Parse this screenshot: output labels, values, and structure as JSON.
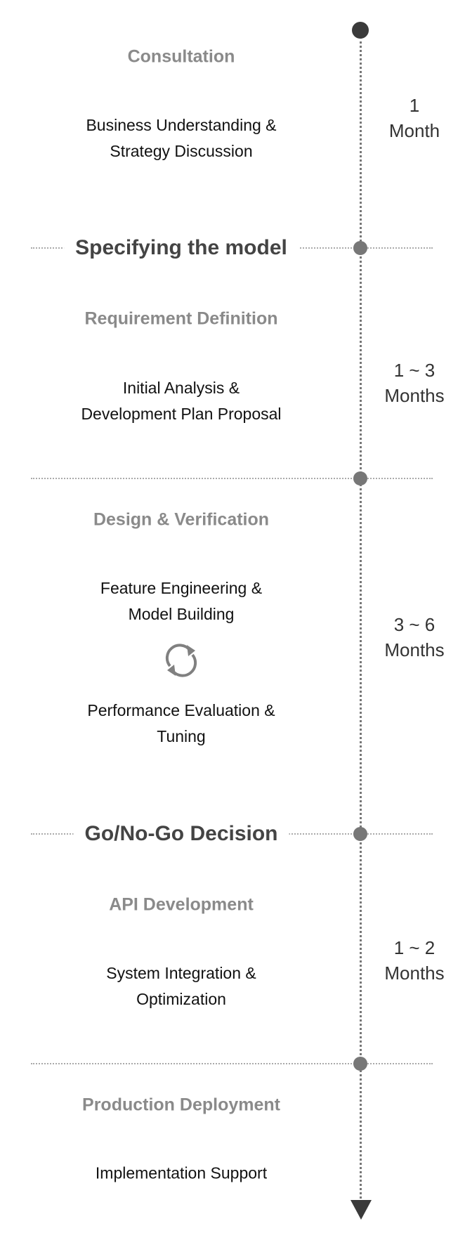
{
  "timeline": {
    "stages": [
      {
        "phase": "Consultation",
        "body": [
          "Business Understanding &",
          "Strategy Discussion"
        ],
        "duration": [
          "1",
          "Month"
        ]
      },
      {
        "phase": "Requirement Definition",
        "body": [
          "Initial Analysis &",
          "Development Plan Proposal"
        ],
        "duration": [
          "1 ~ 3",
          "Months"
        ]
      },
      {
        "phase": "Design & Verification",
        "body": [
          "Feature Engineering &",
          "Model Building"
        ],
        "body2": [
          "Performance Evaluation &",
          "Tuning"
        ],
        "duration": [
          "3 ~ 6",
          "Months"
        ],
        "icon": "refresh-cycle-icon"
      },
      {
        "phase": "API Development",
        "body": [
          "System Integration &",
          "Optimization"
        ],
        "duration": [
          "1 ~ 2",
          "Months"
        ]
      },
      {
        "phase": "Production Deployment",
        "body": [
          "Implementation Support"
        ]
      }
    ],
    "milestones": [
      "Specifying the model",
      "Go/No-Go Decision"
    ]
  }
}
